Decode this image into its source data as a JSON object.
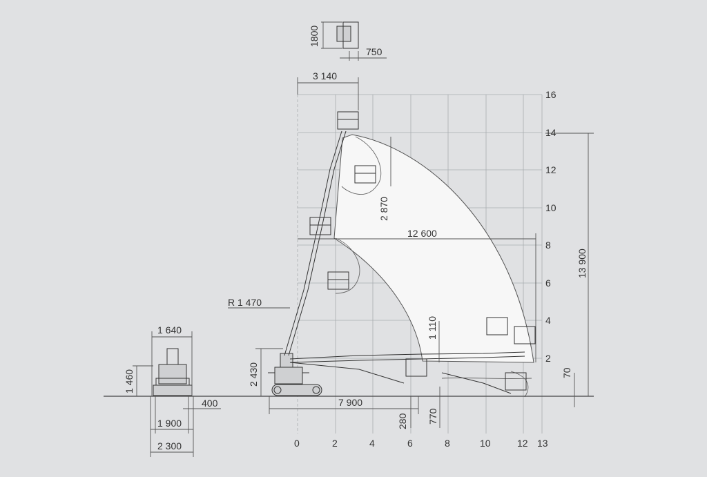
{
  "axes": {
    "x_ticks": [
      "0",
      "2",
      "4",
      "6",
      "8",
      "10",
      "12",
      "13"
    ],
    "y_ticks": [
      "2",
      "4",
      "6",
      "8",
      "10",
      "12",
      "14",
      "16"
    ]
  },
  "dimensions": {
    "basket_height": "1800",
    "basket_width": "750",
    "max_outreach_offset": "3 140",
    "arm_drop": "2 870",
    "max_outreach": "12 600",
    "max_height": "13 900",
    "radius": "R 1 470",
    "jib_drop": "1 110",
    "stowed_height": "2 430",
    "below_ground": "70",
    "reach_7900": "7 900",
    "depth_280": "280",
    "depth_770": "770",
    "front_width_top": "1 640",
    "front_height": "1 460",
    "track_offset": "400",
    "front_width_1900": "1 900",
    "front_width_2300": "2 300"
  },
  "colors": {
    "background": "#e0e1e3",
    "envelope": "#f7f7f7",
    "grid": "#a9acb0",
    "lines": "#333333"
  }
}
